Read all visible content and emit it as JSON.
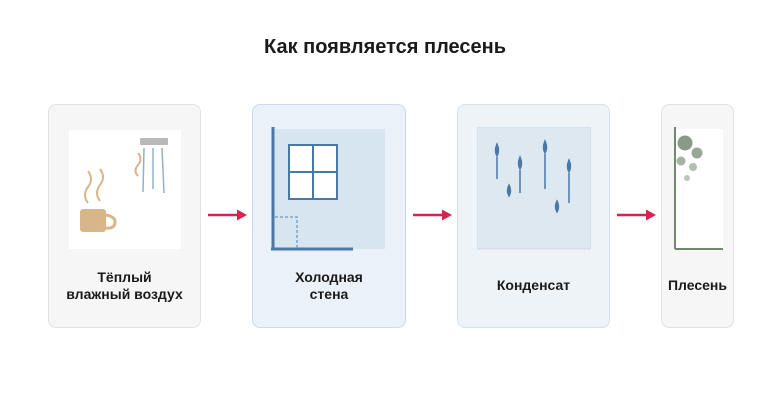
{
  "title": "Как появляется плесень",
  "steps": [
    {
      "line1": "Тёплый",
      "line2": "влажный воздух"
    },
    {
      "line1": "Холодная",
      "line2": "стена"
    },
    {
      "line1": "Конденсат"
    },
    {
      "line1": "Плесень"
    }
  ],
  "colors": {
    "arrow": "#d6234f",
    "wall": "#4a79a6",
    "drop": "#4a79a6",
    "mug": "#d9b58a",
    "mold": "#8a9a88"
  }
}
